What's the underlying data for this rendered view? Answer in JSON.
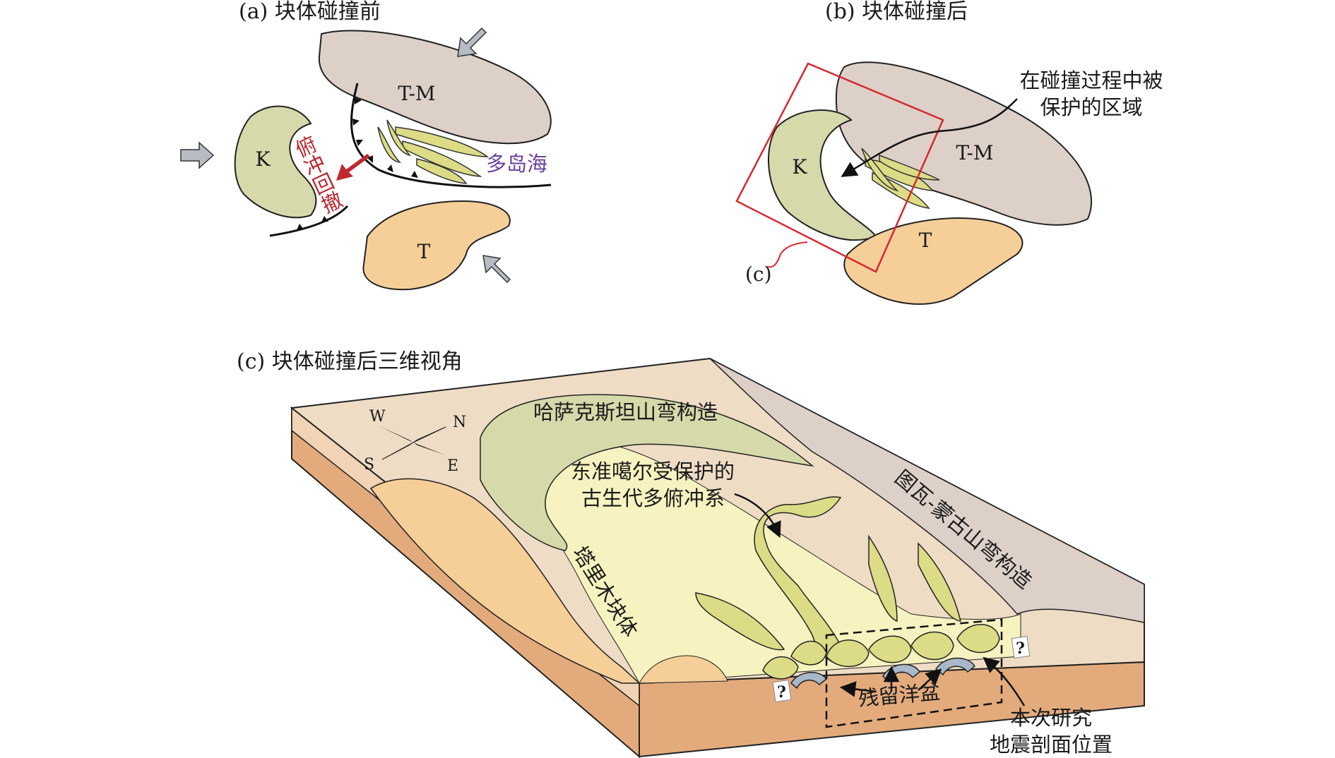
{
  "panel_a": {
    "title": "(a) 块体碰撞前",
    "block_tm": "T-M",
    "block_k": "K",
    "block_t": "T",
    "label_subduction": "俯冲回撤",
    "label_archipelago": "多岛海",
    "color_subduction": "#b8262d",
    "color_archipelago": "#6b3f9a"
  },
  "panel_b": {
    "title": "(b) 块体碰撞后",
    "block_tm": "T-M",
    "block_k": "K",
    "block_t": "T",
    "label_protected_1": "在碰撞过程中被",
    "label_protected_2": "保护的区域",
    "label_c": "(c)"
  },
  "panel_c": {
    "title": "(c) 块体碰撞后三维视角",
    "label_kazakhstan": "哈萨克斯坦山弯构造",
    "label_junggar_1": "东准噶尔受保护的",
    "label_junggar_2": "古生代多俯冲系",
    "label_tuva": "图瓦-蒙古山弯构造",
    "label_tarim": "塔里木块体",
    "label_basin": "残留洋盆",
    "label_study_1": "本次研究",
    "label_study_2": "地震剖面位置",
    "compass": {
      "w": "W",
      "n": "N",
      "s": "S",
      "e": "E"
    },
    "question": "?"
  },
  "colors": {
    "tm_block": "#ddd0c8",
    "k_block": "#d6d9aa",
    "t_block": "#f6cf98",
    "accretion": "#dcdc86",
    "plain": "#f7f3c0",
    "crust": "#e3ab7c",
    "box_red": "#d7282f"
  }
}
